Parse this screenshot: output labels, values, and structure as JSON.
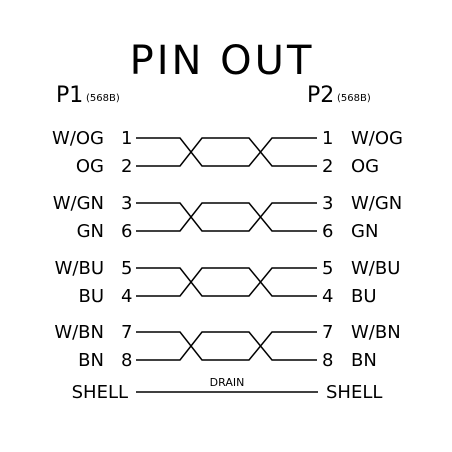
{
  "title": "PIN OUT",
  "left": {
    "connector": "P1",
    "standard": "(568B)"
  },
  "right": {
    "connector": "P2",
    "standard": "(568B)"
  },
  "pairs": [
    {
      "top": {
        "color": "W/OG",
        "pin": "1"
      },
      "bottom": {
        "color": "OG",
        "pin": "2"
      }
    },
    {
      "top": {
        "color": "W/GN",
        "pin": "3"
      },
      "bottom": {
        "color": "GN",
        "pin": "6"
      }
    },
    {
      "top": {
        "color": "W/BU",
        "pin": "5"
      },
      "bottom": {
        "color": "BU",
        "pin": "4"
      }
    },
    {
      "top": {
        "color": "W/BN",
        "pin": "7"
      },
      "bottom": {
        "color": "BN",
        "pin": "8"
      }
    }
  ],
  "shell": {
    "left": "SHELL",
    "right": "SHELL",
    "drain": "DRAIN"
  }
}
